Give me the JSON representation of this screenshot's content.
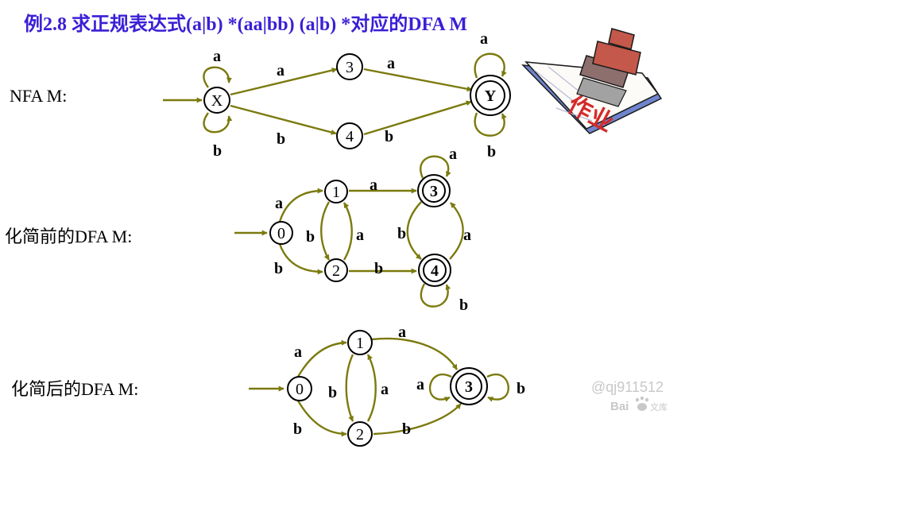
{
  "title": "例2.8  求正规表达式(a|b) *(aa|bb) (a|b) *对应的DFA  M",
  "nfa": {
    "label": "NFA  M:",
    "states": {
      "x": "X",
      "s3": "3",
      "s4": "4",
      "y": "Y"
    },
    "edges": {
      "x_loop_top": "a",
      "x_loop_bottom": "b",
      "x_to_3": "a",
      "x_to_4": "b",
      "s3_to_y": "a",
      "s4_to_y": "b",
      "y_loop_top": "a",
      "y_loop_bottom": "b"
    }
  },
  "dfa_before": {
    "label": "化简前的DFA  M:",
    "states": {
      "s0": "0",
      "s1": "1",
      "s2": "2",
      "s3": "3",
      "s4": "4"
    },
    "edges": {
      "s0_to_1": "a",
      "s0_to_2": "b",
      "s1_to_2": "b",
      "s2_to_1": "a",
      "s1_to_3": "a",
      "s2_to_4": "b",
      "s3_loop": "a",
      "s3_to_4": "b",
      "s4_to_3": "a",
      "s4_loop": "b"
    }
  },
  "dfa_after": {
    "label": "化简后的DFA  M:",
    "states": {
      "s0": "0",
      "s1": "1",
      "s2": "2",
      "s3": "3"
    },
    "edges": {
      "s0_to_1": "a",
      "s0_to_2": "b",
      "s1_to_2": "b",
      "s2_to_1": "a",
      "s1_to_3": "a",
      "s2_to_3": "b",
      "s3_loop_left": "a",
      "s3_loop_right": "b"
    }
  },
  "stamp": {
    "text": "作业"
  },
  "watermark": {
    "user": "@qj911512",
    "brand": "Bai",
    "suffix": "文库"
  },
  "colors": {
    "title": "#3a1fd6",
    "edge": "#7b7a0e",
    "stamp_red": "#d42a2a"
  }
}
